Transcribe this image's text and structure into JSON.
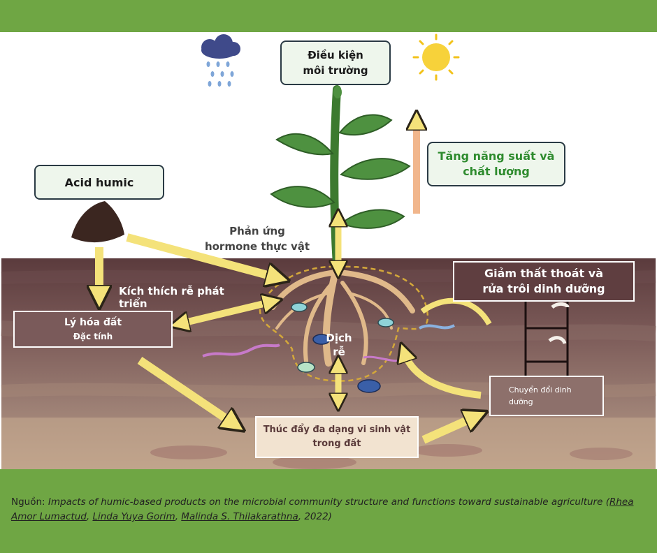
{
  "diagram": {
    "environment": "Điều kiện môi trường",
    "environment_lines": [
      "Điều kiện",
      "môi  trường"
    ],
    "yield": [
      "Tăng năng suất và",
      "chất lượng"
    ],
    "acid": "Acid humic",
    "hormone": [
      "Phản ứng",
      "hormone thực vật"
    ],
    "root_growth": "Kích thích rễ phát triển",
    "soil_props": [
      "Lý hóa đất",
      "Đặc tính"
    ],
    "exudate": [
      "Dịch",
      "rễ"
    ],
    "reduce_loss": [
      "Giảm thất thoát và",
      "rửa trôi dinh dưỡng"
    ],
    "nutrient_conv": [
      "Chuyển đổi dinh",
      "dưỡng"
    ],
    "microbe_div": [
      "Thúc đẩy đa  dạng vi sinh vật",
      "trong đất"
    ]
  },
  "footer": {
    "prefix": "Nguồn: ",
    "title": "Impacts of humic-based products on the microbial community structure and functions toward sustainable agriculture",
    "open": " (",
    "author1": "Rhea Amor Lumactud",
    "sep1": ", ",
    "author2": "Linda Yuya Gorim",
    "sep2": ", ",
    "author3": "Malinda S. Thilakarathna",
    "close": ", 2022)"
  },
  "colors": {
    "green_band": "#6fa644",
    "soil_dark": "#5a3a3c",
    "soil_light": "#a9877a",
    "arrow_yellow": "#f4e27a",
    "plant_green": "#3c7a2f",
    "root": "#e0b98a"
  }
}
